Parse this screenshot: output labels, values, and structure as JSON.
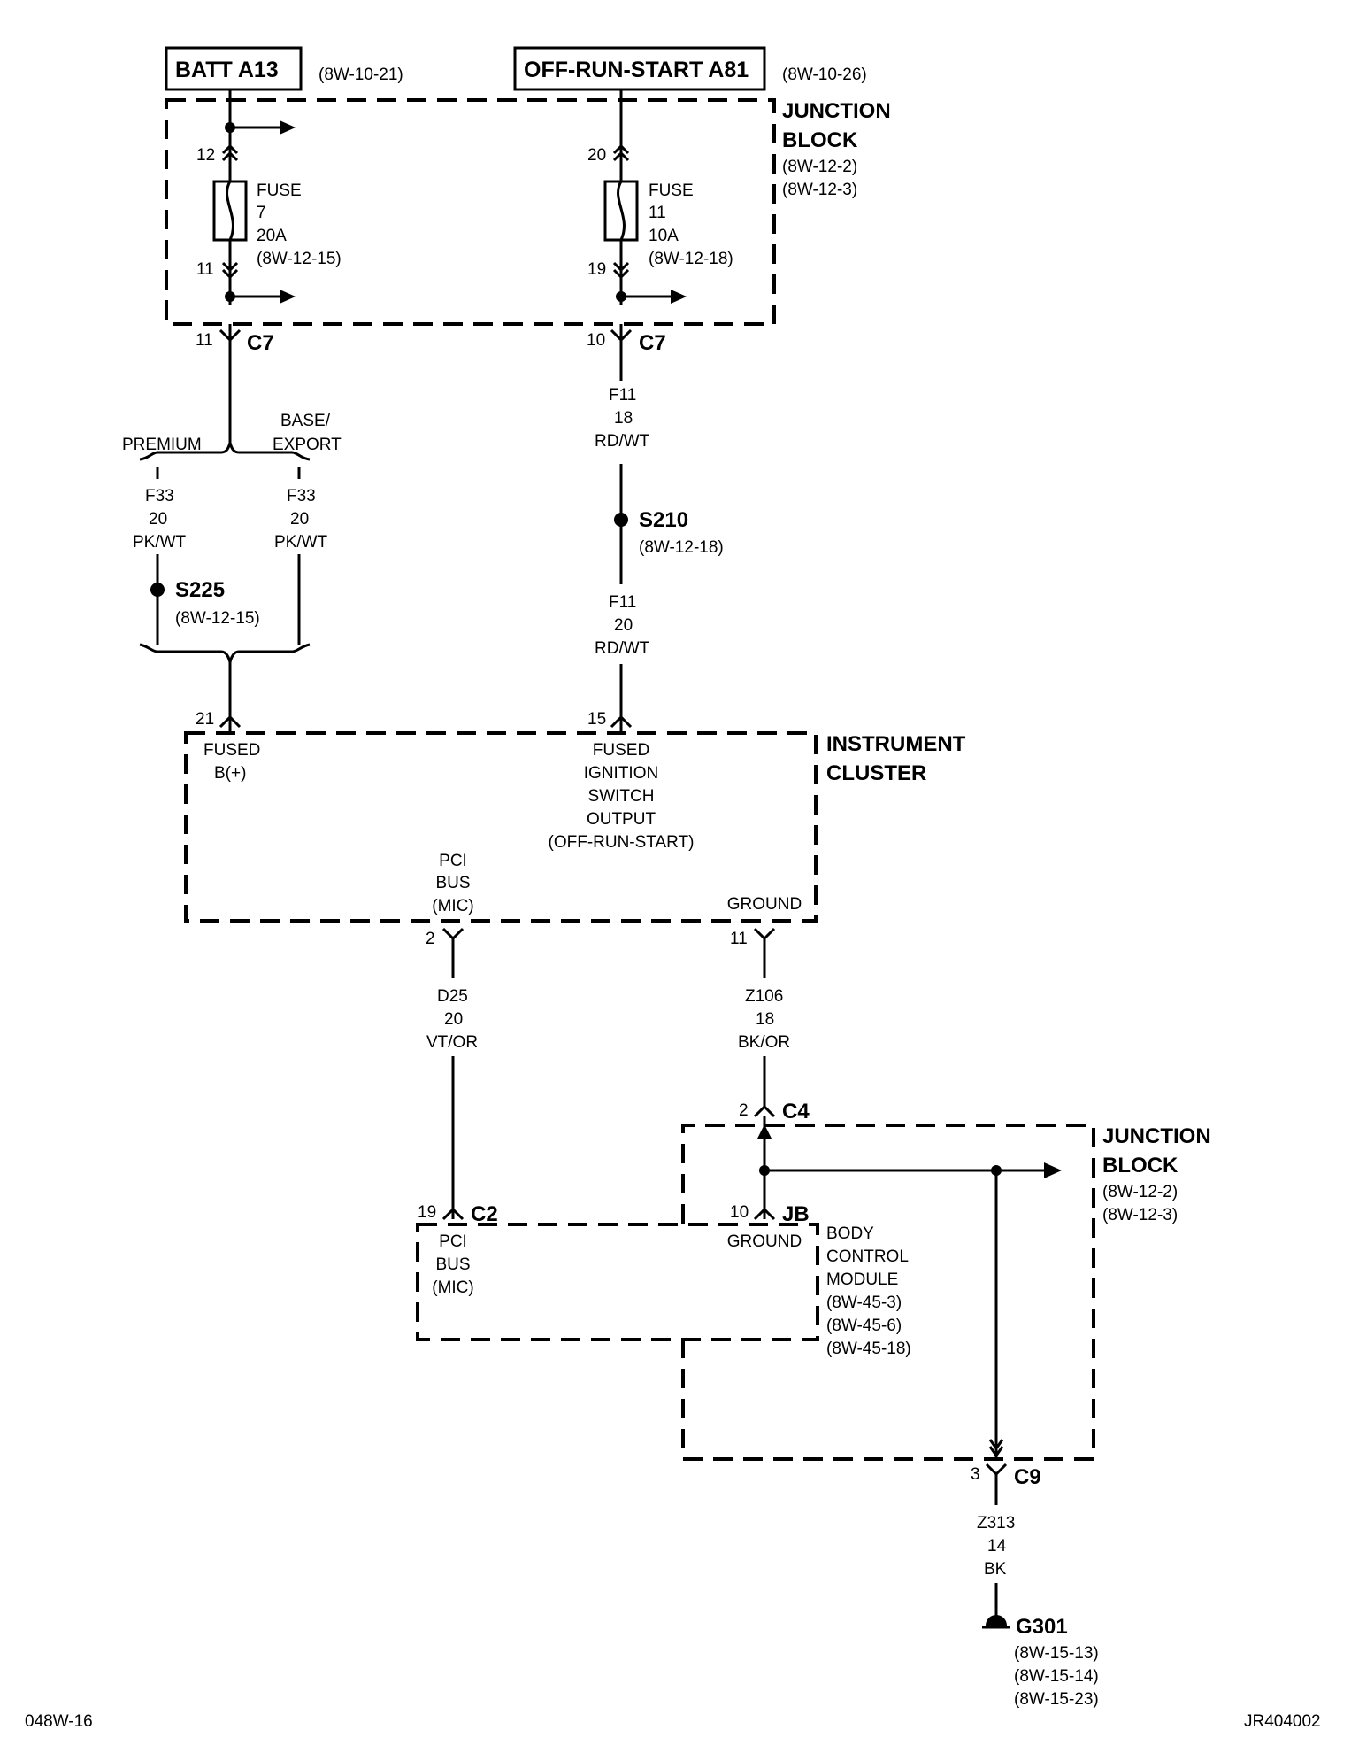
{
  "sources": {
    "batt": {
      "label": "BATT A13",
      "ref": "(8W-10-21)"
    },
    "ors": {
      "label": "OFF-RUN-START A81",
      "ref": "(8W-10-26)"
    }
  },
  "junction_block_top": {
    "line1": "JUNCTION",
    "line2": "BLOCK",
    "ref1": "(8W-12-2)",
    "ref2": "(8W-12-3)"
  },
  "fuse7": {
    "pin_in": "12",
    "pin_out": "11",
    "l1": "FUSE",
    "l2": "7",
    "l3": "20A",
    "l4": "(8W-12-15)"
  },
  "fuse11": {
    "pin_in": "20",
    "pin_out": "19",
    "l1": "FUSE",
    "l2": "11",
    "l3": "10A",
    "l4": "(8W-12-18)"
  },
  "c7_left": {
    "pin": "11",
    "name": "C7"
  },
  "c7_right": {
    "pin": "10",
    "name": "C7"
  },
  "options": {
    "premium": "PREMIUM",
    "base1": "BASE/",
    "base2": "EXPORT"
  },
  "wire_f33_left": {
    "code": "F33",
    "gauge": "20",
    "color": "PK/WT"
  },
  "wire_f33_right": {
    "code": "F33",
    "gauge": "20",
    "color": "PK/WT"
  },
  "wire_f11_a": {
    "code": "F11",
    "gauge": "18",
    "color": "RD/WT"
  },
  "wire_f11_b": {
    "code": "F11",
    "gauge": "20",
    "color": "RD/WT"
  },
  "s210": {
    "name": "S210",
    "ref": "(8W-12-18)"
  },
  "s225": {
    "name": "S225",
    "ref": "(8W-12-15)"
  },
  "cluster": {
    "title1": "INSTRUMENT",
    "title2": "CLUSTER",
    "pin_b": "21",
    "pin_ign": "15",
    "pin_pci": "2",
    "pin_gnd": "11",
    "fused_b1": "FUSED",
    "fused_b2": "B(+)",
    "ign1": "FUSED",
    "ign2": "IGNITION",
    "ign3": "SWITCH",
    "ign4": "OUTPUT",
    "ign5": "(OFF-RUN-START)",
    "pci1": "PCI",
    "pci2": "BUS",
    "pci3": "(MIC)",
    "gnd": "GROUND"
  },
  "wire_d25": {
    "code": "D25",
    "gauge": "20",
    "color": "VT/OR"
  },
  "wire_z106": {
    "code": "Z106",
    "gauge": "18",
    "color": "BK/OR"
  },
  "c4": {
    "pin": "2",
    "name": "C4"
  },
  "junction_block_bottom": {
    "line1": "JUNCTION",
    "line2": "BLOCK",
    "ref1": "(8W-12-2)",
    "ref2": "(8W-12-3)"
  },
  "c2": {
    "pin": "19",
    "name": "C2"
  },
  "jb": {
    "pin": "10",
    "name": "JB"
  },
  "bcm": {
    "pci1": "PCI",
    "pci2": "BUS",
    "pci3": "(MIC)",
    "gnd": "GROUND",
    "t1": "BODY",
    "t2": "CONTROL",
    "t3": "MODULE",
    "r1": "(8W-45-3)",
    "r2": "(8W-45-6)",
    "r3": "(8W-45-18)"
  },
  "c9": {
    "pin": "3",
    "name": "C9"
  },
  "wire_z313": {
    "code": "Z313",
    "gauge": "14",
    "color": "BK"
  },
  "g301": {
    "name": "G301",
    "r1": "(8W-15-13)",
    "r2": "(8W-15-14)",
    "r3": "(8W-15-23)"
  },
  "footer": {
    "left": "048W-16",
    "right": "JR404002"
  }
}
